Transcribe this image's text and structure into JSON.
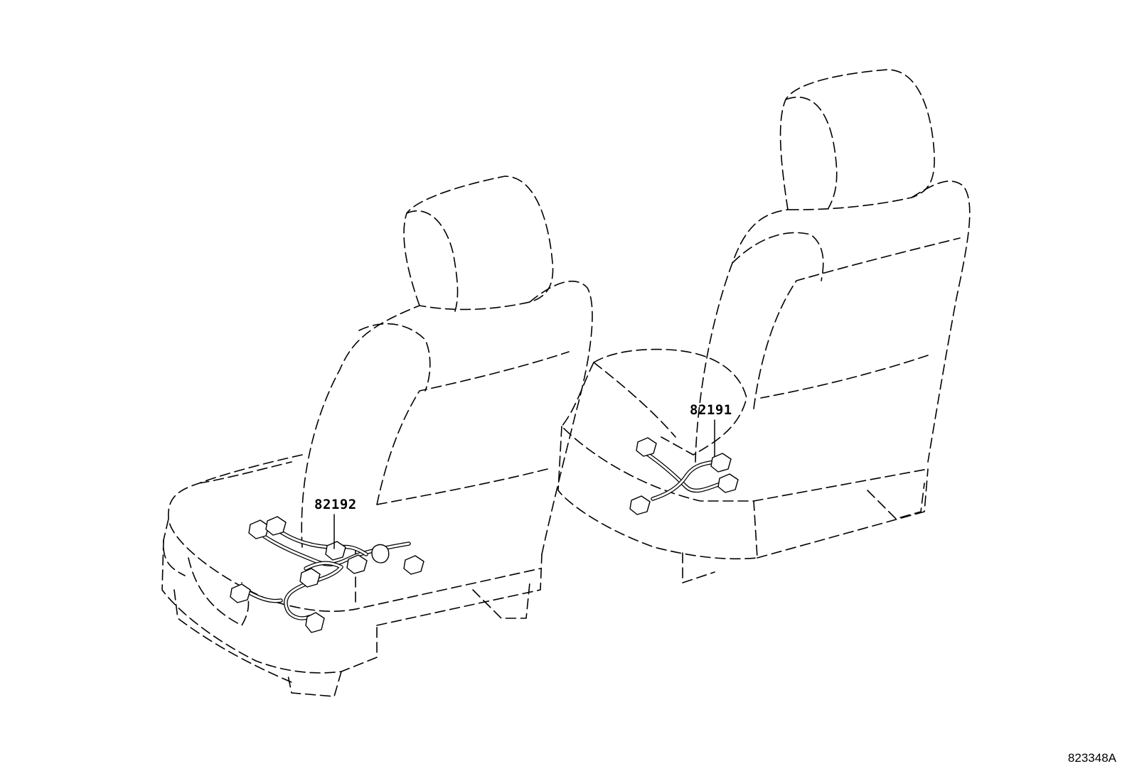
{
  "diagram": {
    "callouts": [
      {
        "id": "left-harness",
        "part_number": "82192"
      },
      {
        "id": "right-harness",
        "part_number": "82191"
      }
    ],
    "figure_code": "823348A",
    "line_color": "#000000",
    "background_color": "#ffffff"
  }
}
